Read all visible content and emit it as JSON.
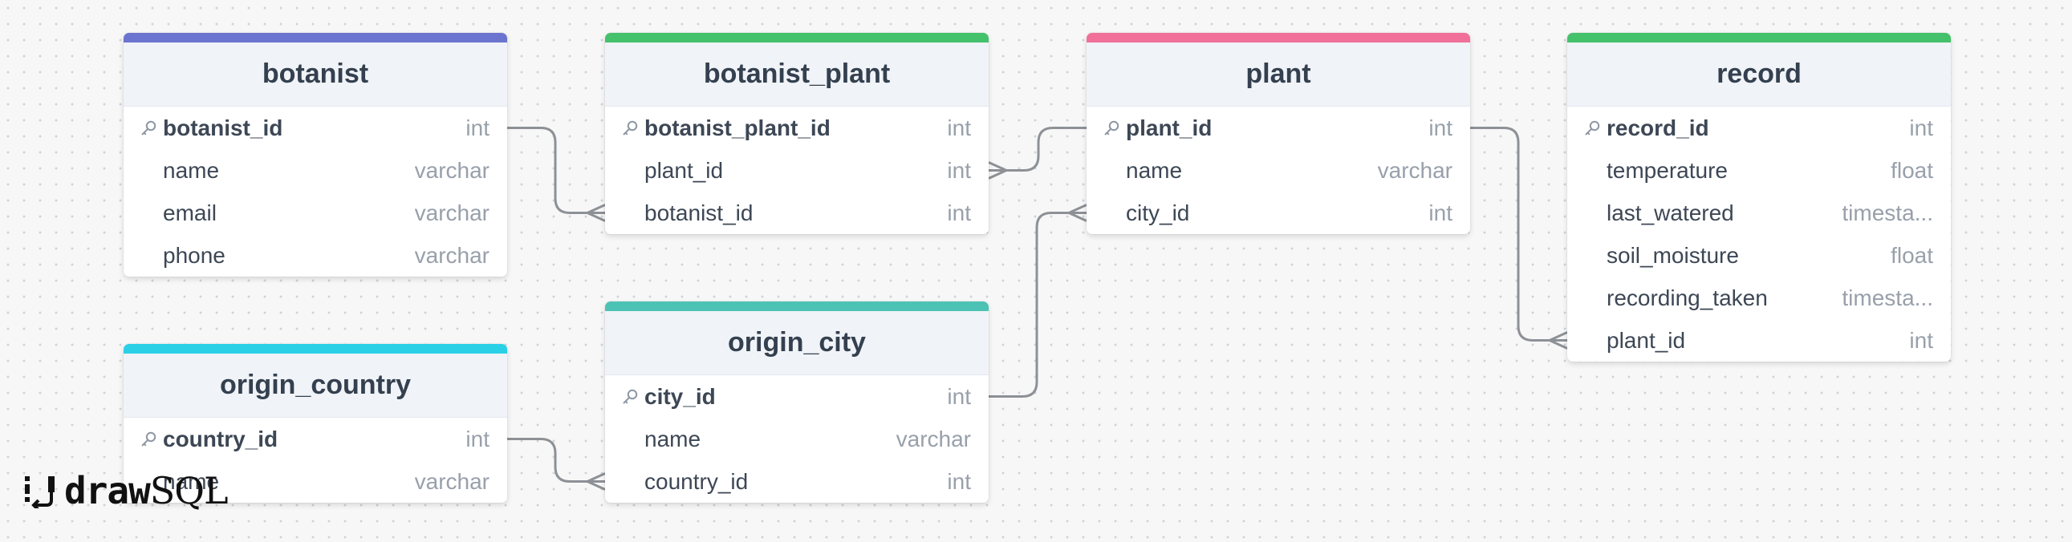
{
  "colors": {
    "connector": "#8d9196"
  },
  "tables": [
    {
      "id": "botanist",
      "name": "botanist",
      "accent": "#6b74ce",
      "columns": [
        {
          "name": "botanist_id",
          "type": "int",
          "pk": true
        },
        {
          "name": "name",
          "type": "varchar",
          "pk": false
        },
        {
          "name": "email",
          "type": "varchar",
          "pk": false
        },
        {
          "name": "phone",
          "type": "varchar",
          "pk": false
        }
      ]
    },
    {
      "id": "botanist_plant",
      "name": "botanist_plant",
      "accent": "#44c16b",
      "columns": [
        {
          "name": "botanist_plant_id",
          "type": "int",
          "pk": true
        },
        {
          "name": "plant_id",
          "type": "int",
          "pk": false
        },
        {
          "name": "botanist_id",
          "type": "int",
          "pk": false
        }
      ]
    },
    {
      "id": "plant",
      "name": "plant",
      "accent": "#f0709a",
      "columns": [
        {
          "name": "plant_id",
          "type": "int",
          "pk": true
        },
        {
          "name": "name",
          "type": "varchar",
          "pk": false
        },
        {
          "name": "city_id",
          "type": "int",
          "pk": false
        }
      ]
    },
    {
      "id": "record",
      "name": "record",
      "accent": "#44c16b",
      "columns": [
        {
          "name": "record_id",
          "type": "int",
          "pk": true
        },
        {
          "name": "temperature",
          "type": "float",
          "pk": false
        },
        {
          "name": "last_watered",
          "type": "timesta...",
          "pk": false
        },
        {
          "name": "soil_moisture",
          "type": "float",
          "pk": false
        },
        {
          "name": "recording_taken",
          "type": "timesta...",
          "pk": false
        },
        {
          "name": "plant_id",
          "type": "int",
          "pk": false
        }
      ]
    },
    {
      "id": "origin_city",
      "name": "origin_city",
      "accent": "#4cc2b4",
      "columns": [
        {
          "name": "city_id",
          "type": "int",
          "pk": true
        },
        {
          "name": "name",
          "type": "varchar",
          "pk": false
        },
        {
          "name": "country_id",
          "type": "int",
          "pk": false
        }
      ]
    },
    {
      "id": "origin_country",
      "name": "origin_country",
      "accent": "#2ad0e6",
      "columns": [
        {
          "name": "country_id",
          "type": "int",
          "pk": true
        },
        {
          "name": "name",
          "type": "varchar",
          "pk": false
        }
      ]
    }
  ],
  "relations": [
    {
      "from": "botanist.botanist_id",
      "to": "botanist_plant.botanist_id"
    },
    {
      "from": "plant.plant_id",
      "to": "botanist_plant.plant_id"
    },
    {
      "from": "origin_city.city_id",
      "to": "plant.city_id"
    },
    {
      "from": "plant.plant_id",
      "to": "record.plant_id"
    },
    {
      "from": "origin_country.country_id",
      "to": "origin_city.country_id"
    }
  ],
  "logo": {
    "part1": "draw",
    "part2": "SQL"
  }
}
